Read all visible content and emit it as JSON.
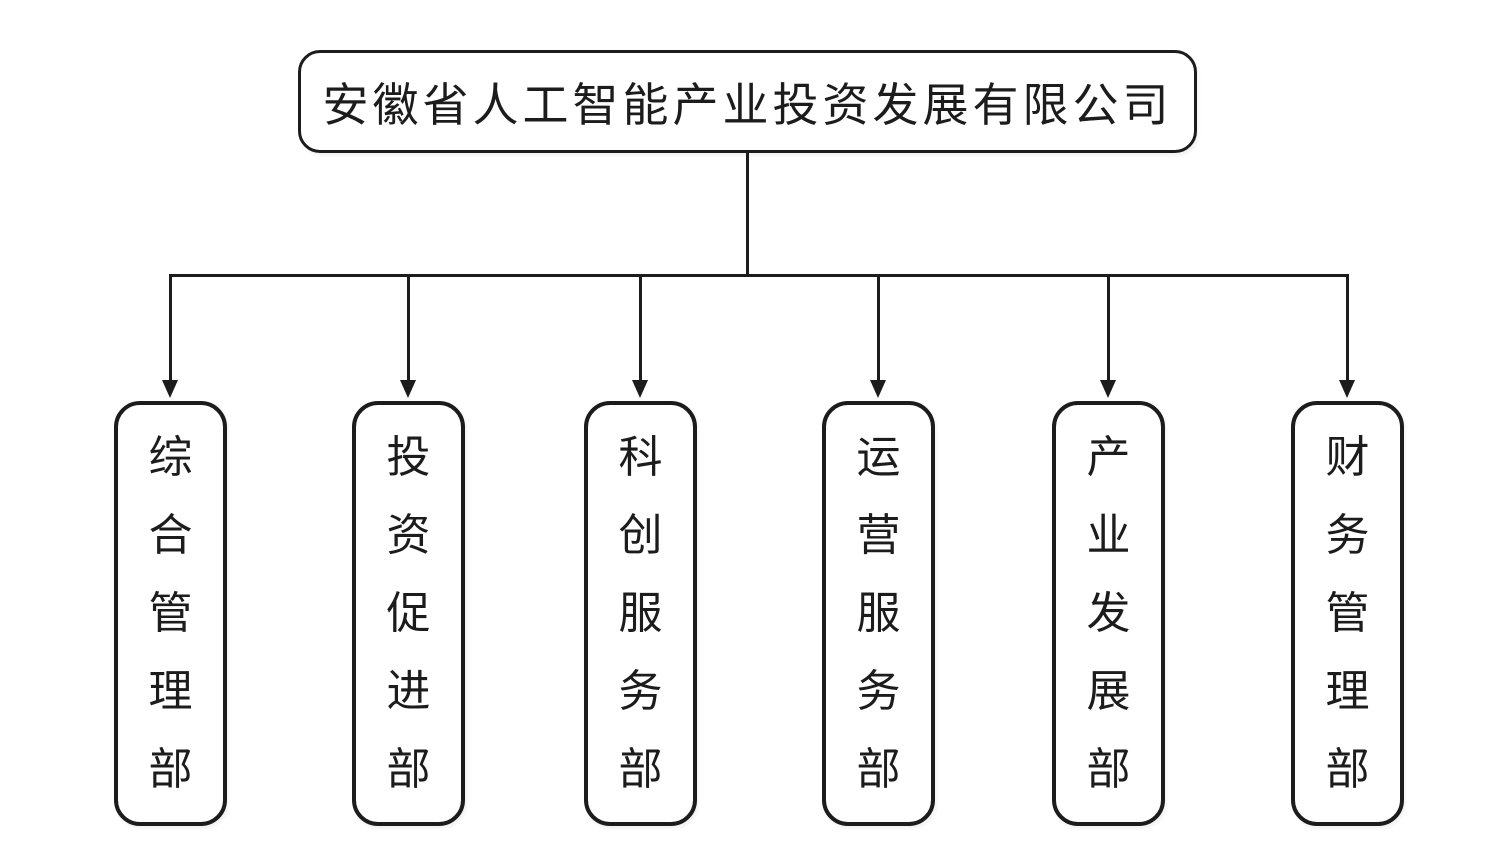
{
  "colors": {
    "background": "#ffffff",
    "stroke": "#1c1c1c"
  },
  "org_chart": {
    "type": "organization-chart",
    "root": {
      "label": "安徽省人工智能产业投资发展有限公司"
    },
    "departments": [
      {
        "label": "综合管理部"
      },
      {
        "label": "投资促进部"
      },
      {
        "label": "科创服务部"
      },
      {
        "label": "运营服务部"
      },
      {
        "label": "产业发展部"
      },
      {
        "label": "财务管理部"
      }
    ]
  }
}
